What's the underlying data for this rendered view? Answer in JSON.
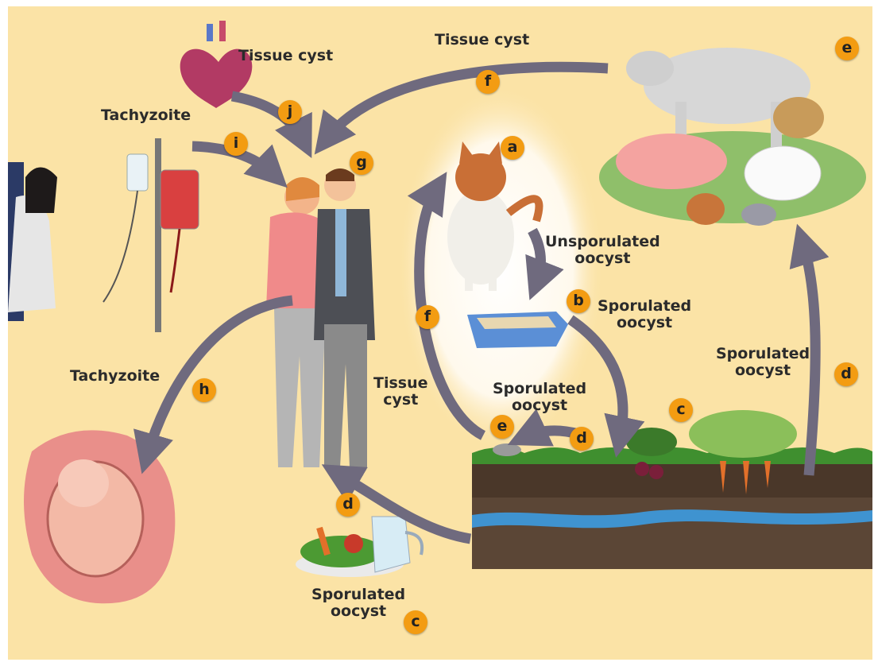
{
  "colors": {
    "background": "#fbe3a6",
    "arrow": "#6f6a7e",
    "badge": "#f39c12",
    "soil": "#5b4636",
    "water": "#3f93d0",
    "grass": "#3f8f2f"
  },
  "labels": {
    "tissue_cyst_heart": "Tissue cyst",
    "tissue_cyst_top": "Tissue cyst",
    "tachyzoite_top": "Tachyzoite",
    "tachyzoite_left": "Tachyzoite",
    "unsporulated_oocyst": "Unsporulated\noocyst",
    "sporulated_oocyst_b": "Sporulated\noocyst",
    "sporulated_oocyst_right": "Sporulated\noocyst",
    "sporulated_oocyst_mid": "Sporulated\noocyst",
    "tissue_cyst_mid": "Tissue\ncyst",
    "sporulated_oocyst_bottom": "Sporulated\noocyst"
  },
  "badges": {
    "a": "a",
    "b": "b",
    "c_soil": "c",
    "c_food": "c",
    "d_right": "d",
    "d_mouse": "d",
    "d_food": "d",
    "e_mouse": "e",
    "e_livestock": "e",
    "f_top": "f",
    "f_mid": "f",
    "g": "g",
    "h": "h",
    "i": "i",
    "j": "j"
  },
  "icons": [
    "heart-icon",
    "cat-icon",
    "litter-box-icon",
    "livestock-icon",
    "couple-icon",
    "blood-transfusion-icon",
    "fetus-icon",
    "vegetables-icon",
    "food-water-icon",
    "mouse-icon",
    "soil-cross-section-icon"
  ]
}
